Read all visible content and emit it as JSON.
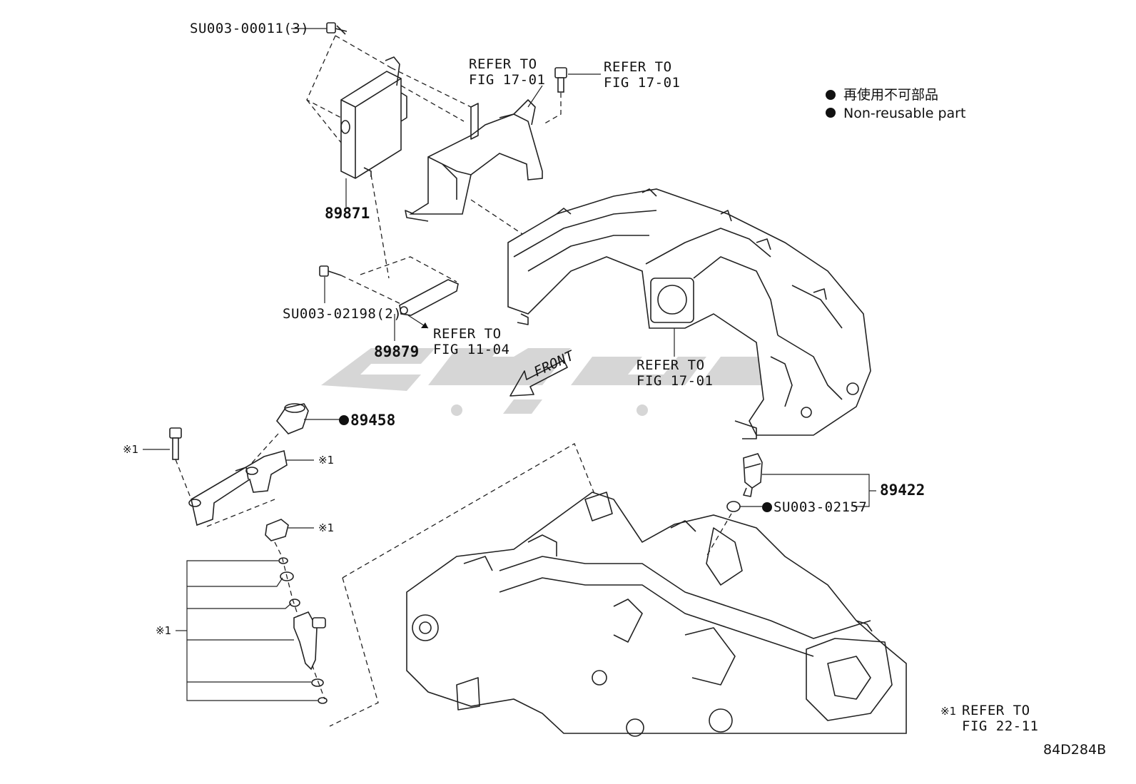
{
  "legend": {
    "jp": "再使用不可部品",
    "en": "Non-reusable part"
  },
  "refs": {
    "bolt_top": "SU003-00011(3)",
    "bolt_mid": "SU003-02198(2)",
    "gasket": "SU003-02157",
    "ecu": "89871",
    "bracket_ref_l1": "REFER TO",
    "bracket_ref_l2": "FIG 17-01",
    "bolt_ref_l1": "REFER TO",
    "bolt_ref_l2": "FIG 17-01",
    "manifold_ref_l1": "REFER TO",
    "manifold_ref_l2": "FIG 17-01",
    "sensor_bracket": "89879",
    "sensor_ref_l1": "REFER TO",
    "sensor_ref_l2": "FIG 11-04",
    "pressure_sensor": "89458",
    "temp_sensor": "89422",
    "front": "FRONT",
    "note_mark": "※1",
    "note_ref_l1": "REFER TO",
    "note_ref_l2": "FIG 22-11",
    "code": "84D284B"
  }
}
